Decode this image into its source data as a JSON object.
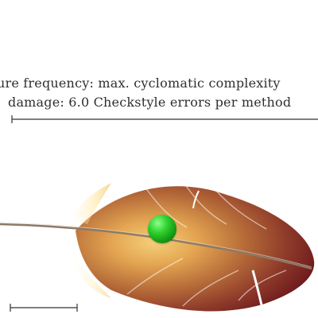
{
  "caption": {
    "line1": "ure frequency: max. cyclomatic complexity",
    "line2": "damage: 6.0 Checkstyle errors per method"
  },
  "bottom_scale_label": "",
  "colors": {
    "feather_dark": "#7a1f1f",
    "feather_mid": "#b36a35",
    "feather_light": "#f2c572",
    "marker": "#1fbf1f",
    "shaft": "#8d7a67",
    "text": "#2f2f2f"
  },
  "icons": {
    "feather": "feather-icon",
    "marker": "green-sphere-marker"
  }
}
